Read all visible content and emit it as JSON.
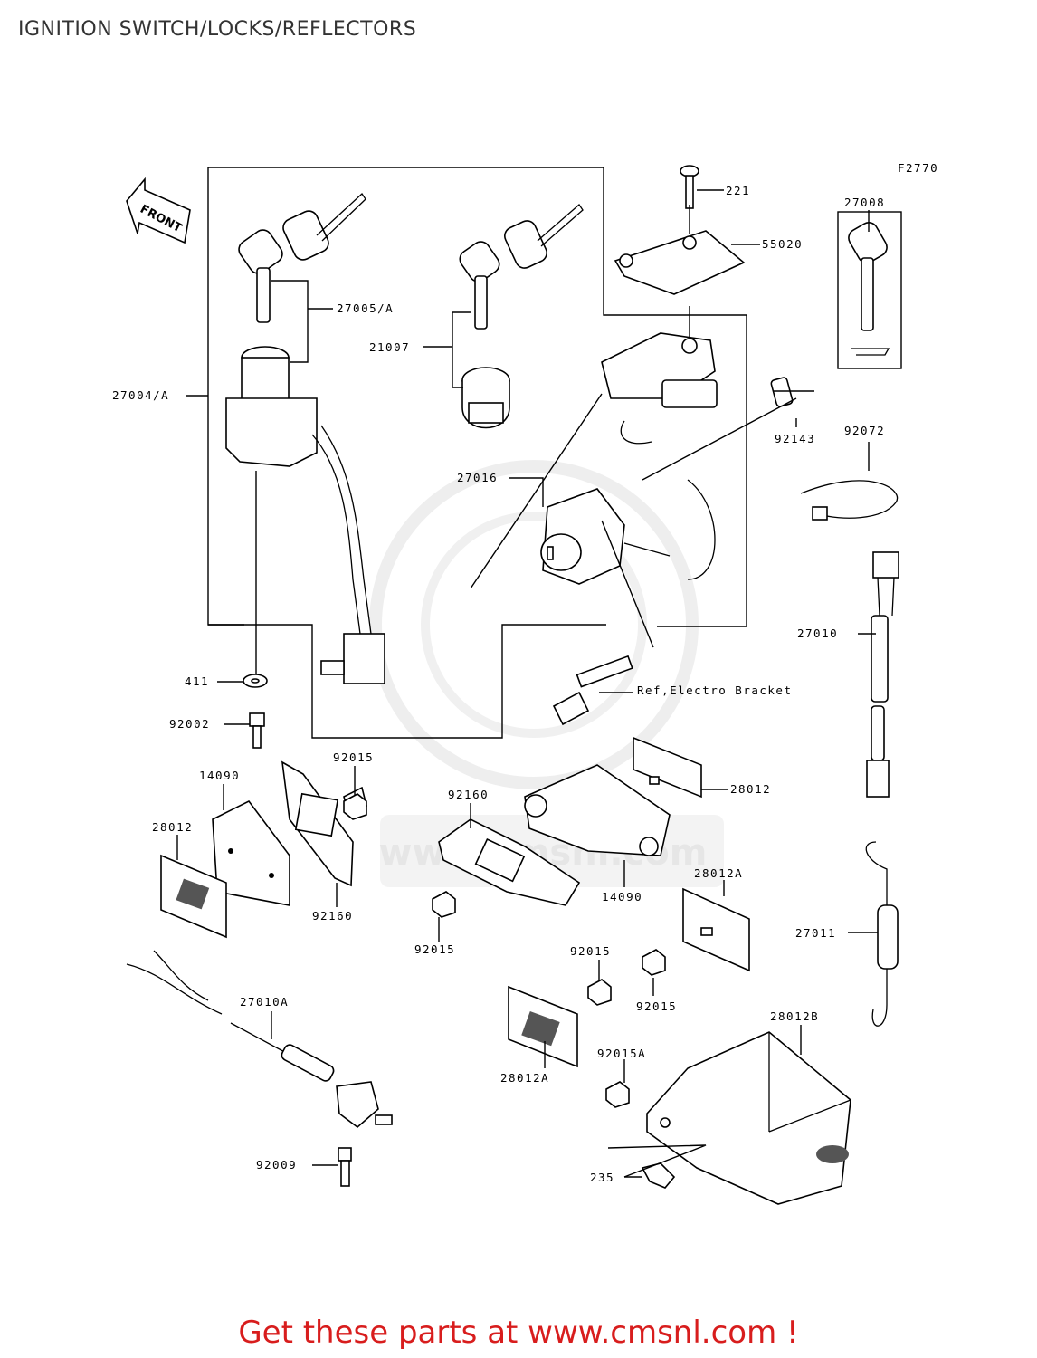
{
  "page": {
    "title": "IGNITION SWITCH/LOCKS/REFLECTORS"
  },
  "diagram": {
    "figure_code": "F2770",
    "front_label": "FRONT",
    "watermark": "www.cmsnl.com",
    "parts": {
      "p221": "221",
      "p55020": "55020",
      "p27008": "27008",
      "p27005a": "27005/A",
      "p21007": "21007",
      "p27004a": "27004/A",
      "p92143": "92143",
      "p92072": "92072",
      "p27016": "27016",
      "p27010": "27010",
      "p411": "411",
      "ref_electro": "Ref,Electro Bracket",
      "p92002": "92002",
      "p92015_a": "92015",
      "p14090_a": "14090",
      "p28012_a": "28012",
      "p92160_a": "92160",
      "p92160_b": "92160",
      "p28012_b": "28012",
      "p14090_b": "14090",
      "p28012a_a": "28012A",
      "p92015_b": "92015",
      "p27011": "27011",
      "p92015_c": "92015",
      "p92015_d": "92015",
      "p27010a": "27010A",
      "p28012b": "28012B",
      "p28012a_b": "28012A",
      "p92015a": "92015A",
      "p92009": "92009",
      "p235": "235"
    }
  },
  "footer": {
    "cta_text": "Get these parts at www.cmsnl.com !"
  },
  "colors": {
    "cta": "#d81d1d",
    "line": "#000000",
    "title": "#333333",
    "watermark": "#e6e6e6"
  }
}
